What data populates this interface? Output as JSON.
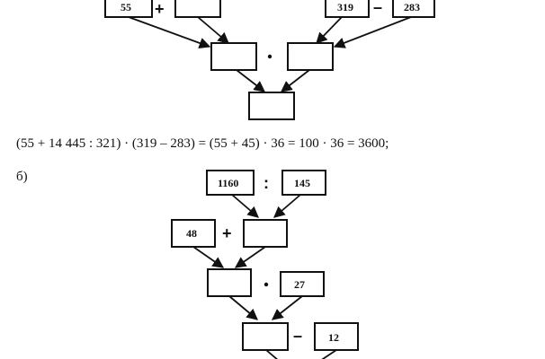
{
  "diagram_a": {
    "row1": {
      "left_value": "55",
      "left_op": "+",
      "right_value": "319",
      "right_op": "–",
      "right_value2": "283"
    },
    "row2": {
      "op": "·"
    }
  },
  "equation": "(55 + 14 445 : 321) · (319 – 283) = (55 + 45) · 36 = 100 · 36 = 3600;",
  "part_b_label": "б)",
  "diagram_b": {
    "row1": {
      "left_value": "1160",
      "op": ":",
      "right_value": "145"
    },
    "row2": {
      "left_value": "48",
      "op": "+"
    },
    "row3": {
      "op": "·",
      "right_value": "27"
    },
    "row4": {
      "op": "–",
      "right_value": "12"
    }
  }
}
